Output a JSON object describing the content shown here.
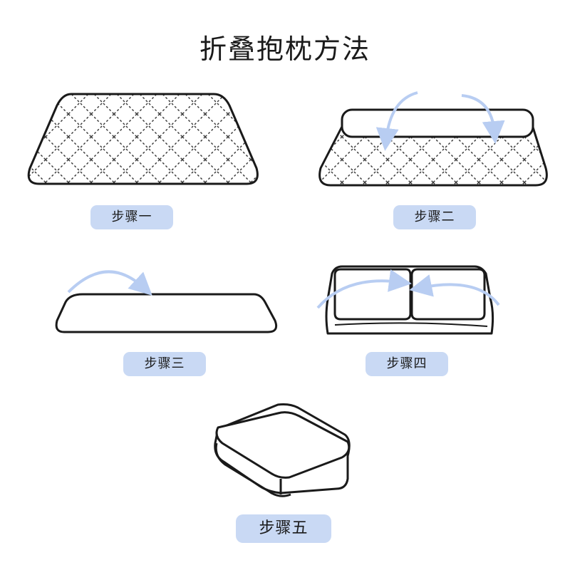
{
  "title": "折叠抱枕方法",
  "steps": [
    {
      "label": "步骤一"
    },
    {
      "label": "步骤二"
    },
    {
      "label": "步骤三"
    },
    {
      "label": "步骤四"
    },
    {
      "label": "步骤五"
    }
  ],
  "colors": {
    "outline": "#1a1a1a",
    "arrow": "#b8cdf2",
    "label_bg": "#c9d9f4",
    "quilt_pattern": "#333333"
  }
}
